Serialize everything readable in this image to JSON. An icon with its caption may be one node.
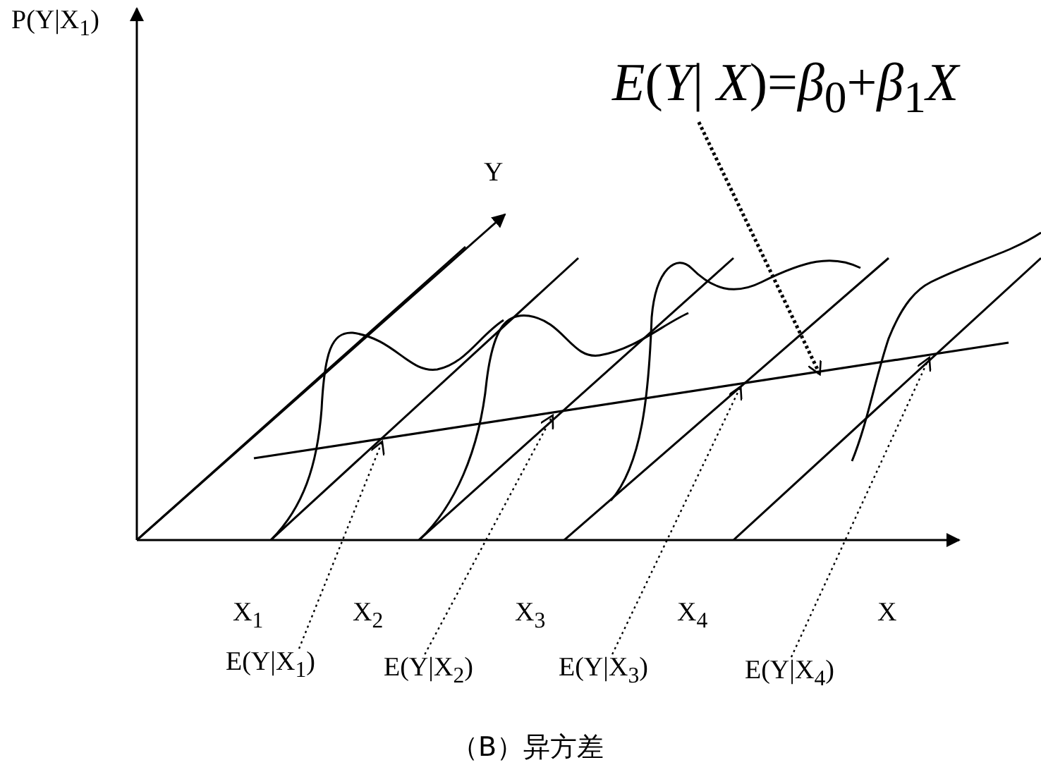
{
  "diagram": {
    "caption": "（B）异方差",
    "nodes": [
      {
        "text": [
          "*E*(*Y*| *X*)=*β*$_{0}$+*β*$_{1}$*X*"
        ]
      },
      {
        "text": [],
        "shape": "line"
      },
      {
        "text": [
          "E(Y|X$_{1}$)"
        ]
      },
      {
        "text": [
          "E(Y|X$_{2}$)"
        ]
      },
      {
        "text": [
          "E(Y|X$_{3}$)"
        ]
      },
      {
        "text": [
          "E(Y|X$_{4}$)"
        ]
      }
    ],
    "edges": [
      {
        "from": 0,
        "to": 1,
        "arrow": "to",
        "style": "dashed"
      },
      {
        "from": 2,
        "to": 1,
        "arrow": "to",
        "style": "dashed"
      },
      {
        "from": 3,
        "to": 1,
        "arrow": "to",
        "style": "dashed"
      },
      {
        "from": 4,
        "to": 1,
        "arrow": "to",
        "style": "dashed"
      },
      {
        "from": 5,
        "to": 1,
        "arrow": "to",
        "style": "dashed"
      }
    ],
    "labels": [
      "P(Y|X$_{1}$)",
      "Y",
      "X$_{1}$",
      "X$_{2}$",
      "X$_{3}$",
      "X$_{4}$",
      "X"
    ]
  }
}
